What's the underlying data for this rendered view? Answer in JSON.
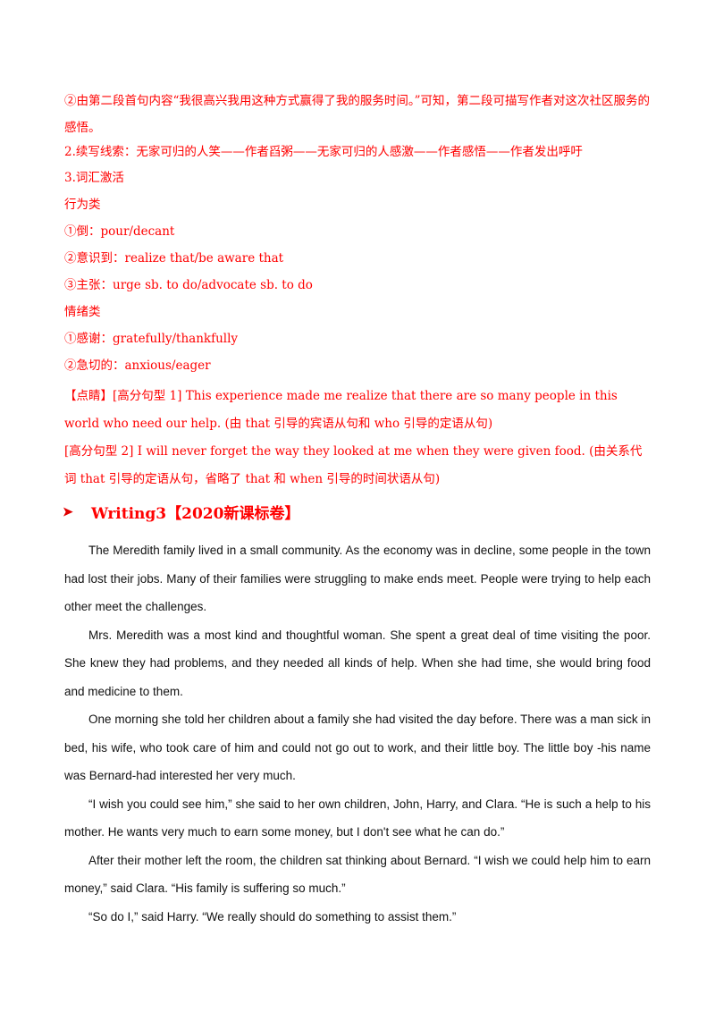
{
  "annotations": {
    "l1": "②由第二段首句内容“我很高兴我用这种方式赢得了我的服务时间。”可知，第二段可描写作者对这次社区服务的感悟。",
    "l2": "2.续写线索：无家可归的人笑——作者舀粥——无家可归的人感激——作者感悟——作者发出呼吁",
    "l3": "3.词汇激活",
    "l4": "行为类",
    "l5": "①倒：pour/decant",
    "l6": "②意识到：realize that/be aware that",
    "l7": "③主张：urge sb. to do/advocate sb. to do",
    "l8": "情绪类",
    "l9": "①感谢：gratefully/thankfully",
    "l10": "②急切的：anxious/eager",
    "l11": "【点睛】[高分句型 1] This experience made me realize that there are so many people in this world who need our help. (由 that 引导的宾语从句和 who 引导的定语从句)",
    "l12": "[高分句型 2] I will never forget the way they looked at me when they were given food. (由关系代词 that 引导的定语从句，省略了 that 和 when 引导的时间状语从句)"
  },
  "section": {
    "title": "Writing3【2020新课标卷】"
  },
  "story": [
    "The Meredith family lived in a small community. As the economy was in decline, some people in the town had lost their jobs. Many of their families were struggling to make ends meet. People were trying to help each other meet the challenges.",
    "Mrs. Meredith was a most kind and thoughtful woman. She spent a great deal of time visiting the poor. She knew they had problems, and they needed all kinds of help. When she had time, she would bring food and medicine to them.",
    "One morning she told her children about a family she had visited the day before. There was a man sick in bed, his wife, who took care of him and could not go out to work, and their little boy. The little boy -his name was Bernard-had interested her very much.",
    "“I wish you could see him,” she said to her own children, John, Harry, and Clara. “He is such a help to his mother. He wants very much to earn some money, but I don't see what he can do.”",
    "After their mother left the room, the children sat thinking about Bernard. “I wish we could help him to earn money,” said Clara. “His family is suffering so much.”",
    "“So do I,” said Harry. “We really should do something to assist them.”"
  ]
}
